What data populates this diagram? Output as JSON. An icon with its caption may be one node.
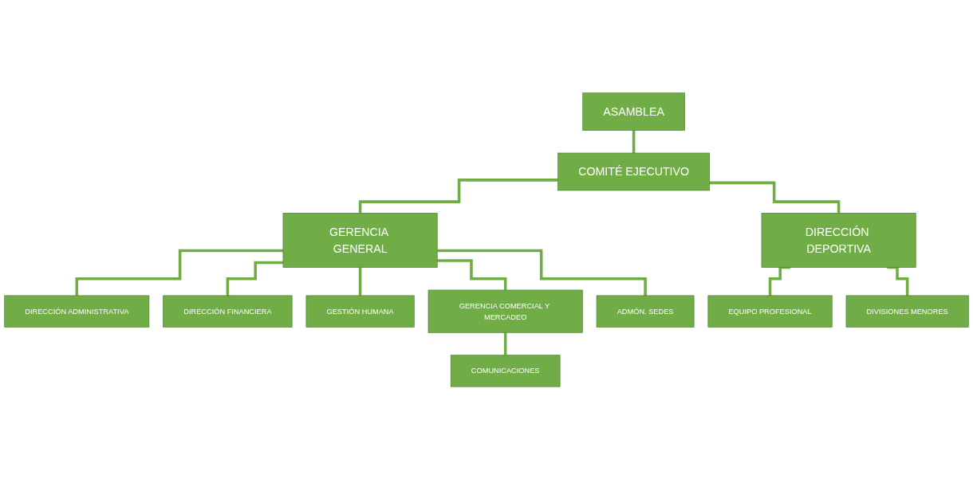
{
  "diagram": {
    "nodes": [
      {
        "text": [
          "ASAMBLEA"
        ]
      },
      {
        "text": [
          "COMITÉ EJECUTIVO"
        ]
      },
      {
        "text": [
          "GERENCIA GENERAL"
        ]
      },
      {
        "text": [
          "DIRECCIÓN DEPORTIVA"
        ]
      },
      {
        "text": [
          "DIRECCIÓN ADMINISTRATIVA"
        ]
      },
      {
        "text": [
          "DIRECCIÓN FINANCIERA"
        ]
      },
      {
        "text": [
          "GESTIÓN HUMANA"
        ]
      },
      {
        "text": [
          "GERENCIA COMERCIAL Y MERCADEO"
        ]
      },
      {
        "text": [
          "ADMÓN. SEDES"
        ]
      },
      {
        "text": [
          "EQUIPO PROFESIONAL"
        ]
      },
      {
        "text": [
          "DIVISIONES MENORES"
        ]
      },
      {
        "text": [
          "COMUNICACIONES"
        ]
      }
    ],
    "edges": [
      {
        "from": 0,
        "to": 1,
        "arrow": "none"
      },
      {
        "from": 1,
        "to": 2,
        "arrow": "none"
      },
      {
        "from": 1,
        "to": 3,
        "arrow": "none"
      },
      {
        "from": 2,
        "to": 4,
        "arrow": "none"
      },
      {
        "from": 2,
        "to": 5,
        "arrow": "none"
      },
      {
        "from": 2,
        "to": 6,
        "arrow": "none"
      },
      {
        "from": 2,
        "to": 7,
        "arrow": "none"
      },
      {
        "from": 2,
        "to": 8,
        "arrow": "none"
      },
      {
        "from": 3,
        "to": 9,
        "arrow": "none"
      },
      {
        "from": 3,
        "to": 10,
        "arrow": "none"
      },
      {
        "from": 7,
        "to": 11,
        "arrow": "none"
      }
    ]
  }
}
